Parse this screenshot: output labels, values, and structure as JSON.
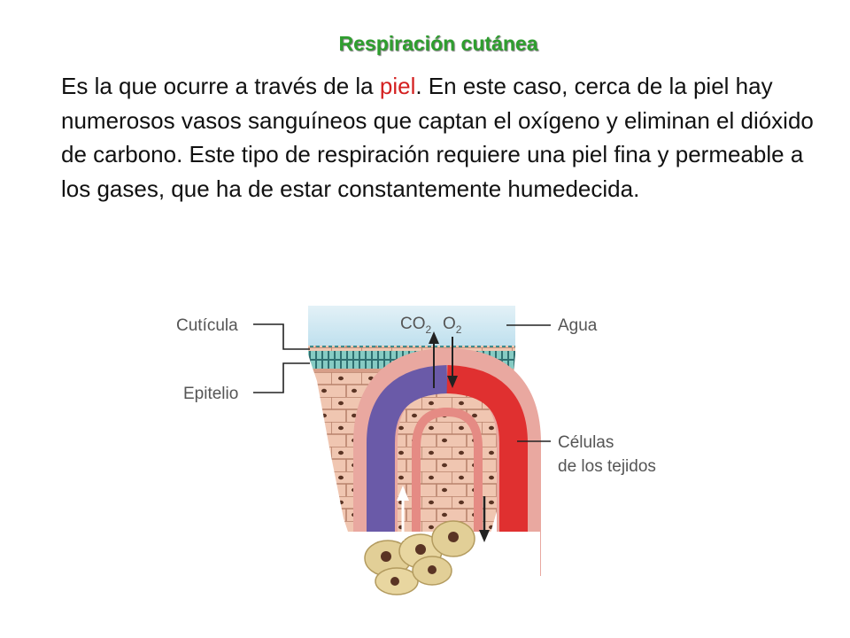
{
  "title": "Respiración cutánea",
  "paragraph": {
    "before": "Es la que ocurre a través de la ",
    "highlight": "piel",
    "after": ". En este caso, cerca de la piel hay numerosos vasos sanguíneos que captan el oxígeno y eliminan el dióxido de carbono. Este tipo de respiración requiere una piel fina y permeable a los gases, que ha de estar constantemente humedecida.",
    "highlight_color": "#d42020"
  },
  "diagram": {
    "labels": {
      "cuticle": "Cutícula",
      "epithelium": "Epitelio",
      "water": "Agua",
      "cells_line1": "Células",
      "cells_line2": "de los tejidos"
    },
    "gas_out": {
      "base": "CO",
      "sub": "2"
    },
    "gas_in": {
      "base": "O",
      "sub": "2"
    },
    "colors": {
      "title": "#2e9e2e",
      "water": "#cfe6f1",
      "epithelium": "#7fbfb8",
      "tissue": "#e8b9a5",
      "deoxygenated_blood": "#6a5aa8",
      "oxygenated_blood": "#e03030",
      "cell_nucleus": "#5a3424"
    }
  }
}
